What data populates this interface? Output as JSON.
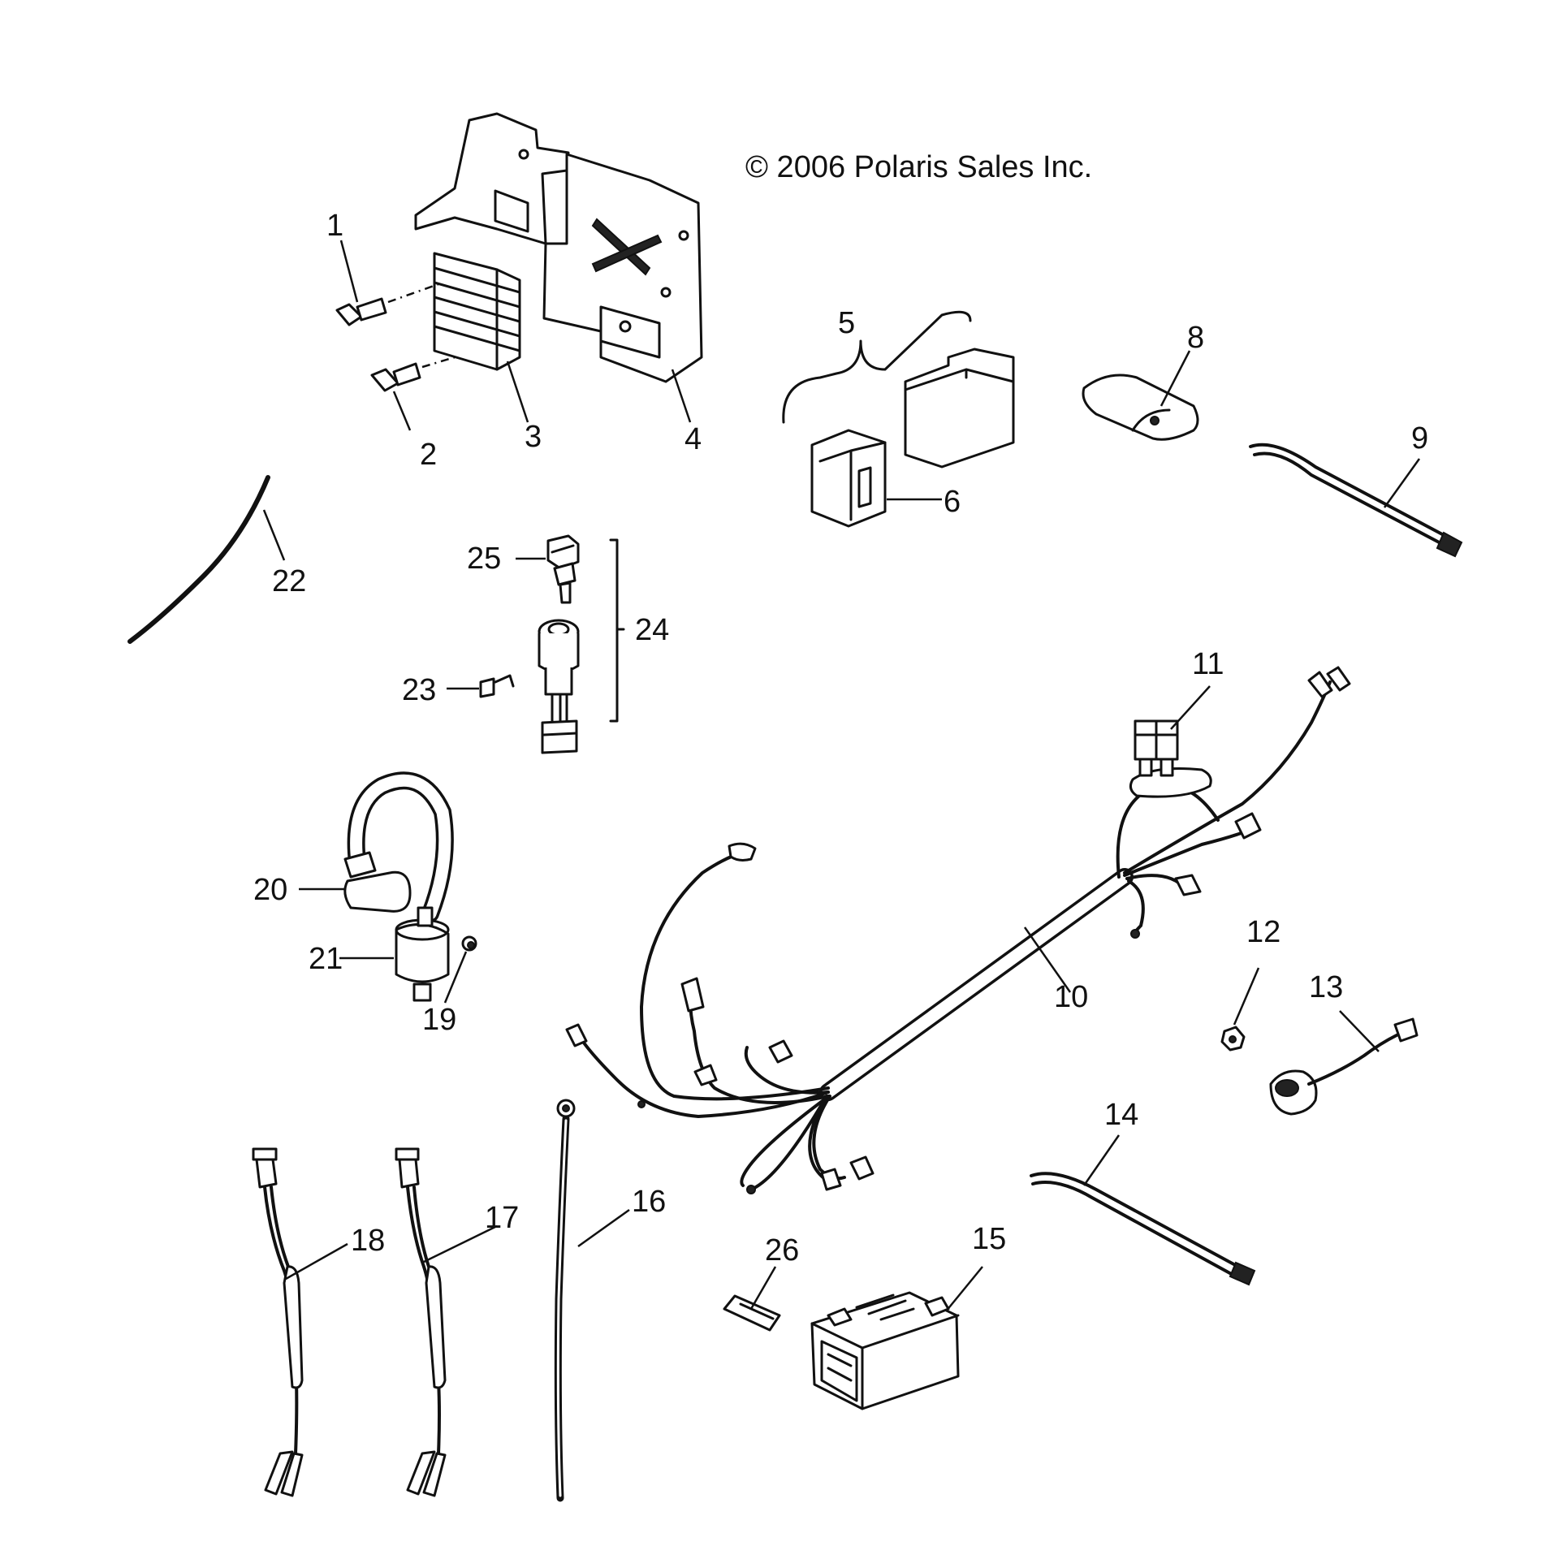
{
  "copyright": "© 2006 Polaris Sales Inc.",
  "callouts": {
    "c1": "1",
    "c2": "2",
    "c3": "3",
    "c4": "4",
    "c5": "5",
    "c6": "6",
    "c8": "8",
    "c9": "9",
    "c10": "10",
    "c11": "11",
    "c12": "12",
    "c13": "13",
    "c14": "14",
    "c15": "15",
    "c16": "16",
    "c17": "17",
    "c18": "18",
    "c19": "19",
    "c20": "20",
    "c21": "21",
    "c22": "22",
    "c23": "23",
    "c24": "24",
    "c25": "25",
    "c26": "26"
  }
}
